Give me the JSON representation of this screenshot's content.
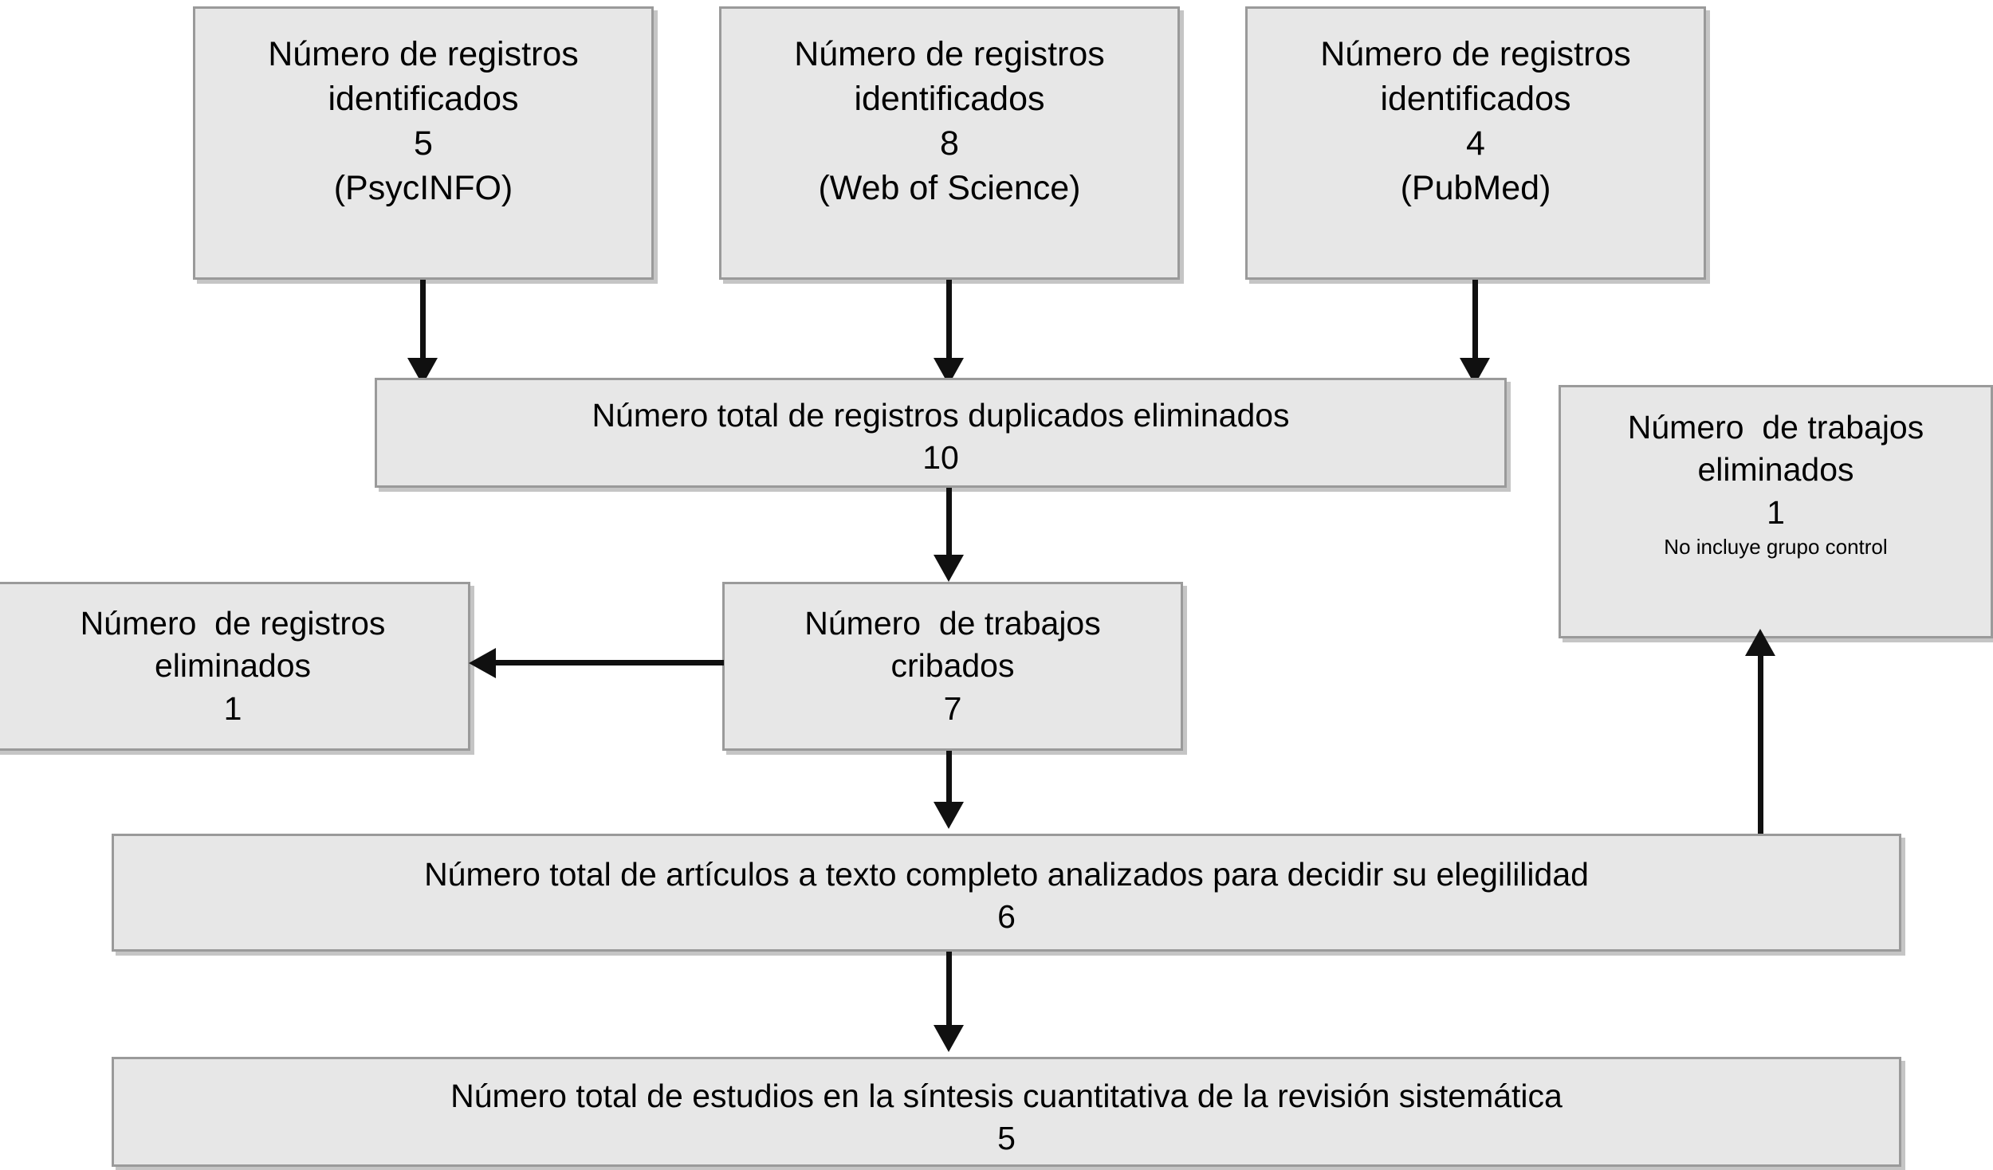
{
  "diagram": {
    "type": "prisma-flow-diagram",
    "language": "es",
    "colors": {
      "box_fill": "#e7e7e7",
      "box_border": "#9a9a9a",
      "arrow": "#101010",
      "text": "#000000",
      "background": "#ffffff"
    }
  },
  "nodes": {
    "source_psycinfo": {
      "line1": "Número de registros",
      "line2": "identificados",
      "count": "5",
      "source": "(PsycINFO)"
    },
    "source_wos": {
      "line1": "Número de registros",
      "line2": "identificados",
      "count": "8",
      "source": "(Web of Science)"
    },
    "source_pubmed": {
      "line1": "Número de registros",
      "line2": "identificados",
      "count": "4",
      "source": "(PubMed)"
    },
    "duplicates_removed": {
      "line1": "Número total de registros duplicados eliminados",
      "count": "10"
    },
    "records_excluded": {
      "line1": "Número  de registros",
      "line2": "eliminados",
      "count": "1"
    },
    "records_screened": {
      "line1": "Número  de trabajos",
      "line2": "cribados",
      "count": "7"
    },
    "works_excluded": {
      "line1": "Número  de trabajos",
      "line2": "eliminados",
      "count": "1",
      "reason": "No incluye grupo control"
    },
    "fulltext_assessed": {
      "line1": "Número total de artículos a texto completo analizados para decidir su elegililidad",
      "count": "6"
    },
    "studies_included": {
      "line1": "Número total de estudios en la síntesis cuantitativa de la revisión sistemática",
      "count": "5"
    }
  },
  "edges": [
    {
      "id": "psycinfo-to-duplicates",
      "from": "source_psycinfo",
      "to": "duplicates_removed",
      "direction": "down"
    },
    {
      "id": "wos-to-duplicates",
      "from": "source_wos",
      "to": "duplicates_removed",
      "direction": "down"
    },
    {
      "id": "pubmed-to-duplicates",
      "from": "source_pubmed",
      "to": "duplicates_removed",
      "direction": "down"
    },
    {
      "id": "duplicates-to-screened",
      "from": "duplicates_removed",
      "to": "records_screened",
      "direction": "down"
    },
    {
      "id": "screened-to-records-excluded",
      "from": "records_screened",
      "to": "records_excluded",
      "direction": "left"
    },
    {
      "id": "screened-to-fulltext",
      "from": "records_screened",
      "to": "fulltext_assessed",
      "direction": "down"
    },
    {
      "id": "fulltext-to-works-excluded",
      "from": "fulltext_assessed",
      "to": "works_excluded",
      "direction": "up"
    },
    {
      "id": "fulltext-to-included",
      "from": "fulltext_assessed",
      "to": "studies_included",
      "direction": "down"
    }
  ]
}
